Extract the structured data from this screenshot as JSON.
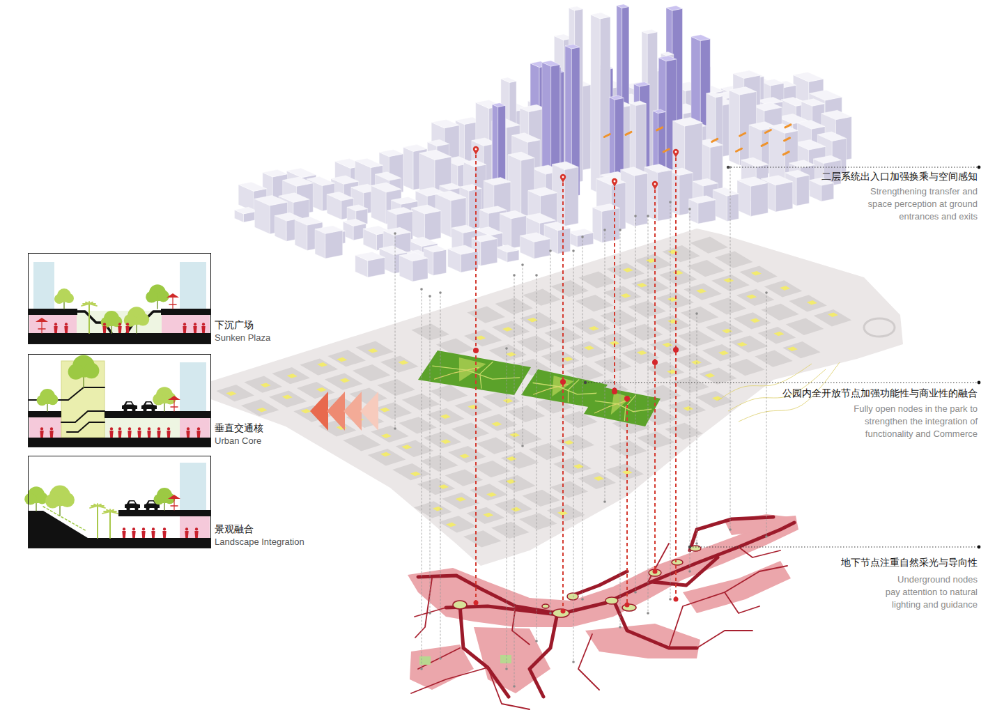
{
  "diagram": {
    "nodes": [
      {
        "text": [
          "下沉广场",
          "Sunken Plaza"
        ]
      },
      {
        "text": [
          "垂直交通核",
          "Urban Core"
        ]
      },
      {
        "text": [
          "景观融合",
          "Landscape Integration"
        ]
      }
    ],
    "labels": [
      "二层系统出入口加强换乘与空间感知",
      "Strengthening transfer and space perception at ground entrances and exits",
      "公园内全开放节点加强功能性与商业性的融合",
      "Fully open nodes in the park to strengthen the integration of functionality and Commerce",
      "地下节点注重自然采光与导向性",
      "Underground nodes pay attention to natural lighting and guidance"
    ]
  }
}
